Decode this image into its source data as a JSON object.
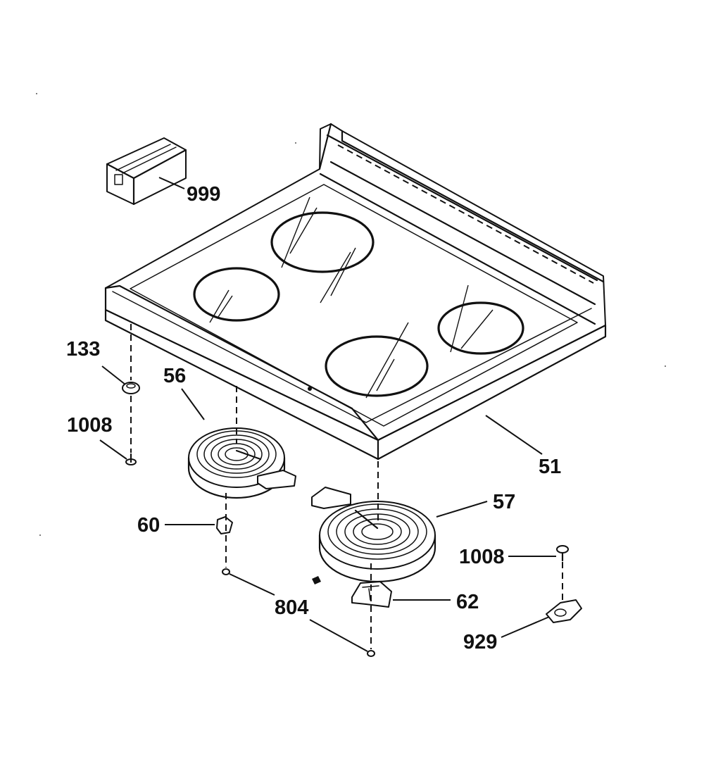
{
  "diagram": {
    "callouts": [
      {
        "id": "51",
        "text": "51"
      },
      {
        "id": "56",
        "text": "56"
      },
      {
        "id": "57",
        "text": "57"
      },
      {
        "id": "60",
        "text": "60"
      },
      {
        "id": "62",
        "text": "62"
      },
      {
        "id": "133",
        "text": "133"
      },
      {
        "id": "804",
        "text": "804"
      },
      {
        "id": "929",
        "text": "929"
      },
      {
        "id": "999",
        "text": "999"
      },
      {
        "id": "1008a",
        "text": "1008"
      },
      {
        "id": "1008b",
        "text": "1008"
      }
    ],
    "parts": [
      {
        "callout": "51",
        "name": "cooktop-glass"
      },
      {
        "callout": "56",
        "name": "surface-element-left"
      },
      {
        "callout": "57",
        "name": "surface-element-right"
      },
      {
        "callout": "60",
        "name": "clip"
      },
      {
        "callout": "62",
        "name": "bracket"
      },
      {
        "callout": "133",
        "name": "bumper"
      },
      {
        "callout": "804",
        "name": "screw"
      },
      {
        "callout": "929",
        "name": "hinge-bracket"
      },
      {
        "callout": "999",
        "name": "parts-box"
      },
      {
        "callout": "1008",
        "name": "screw"
      }
    ]
  }
}
